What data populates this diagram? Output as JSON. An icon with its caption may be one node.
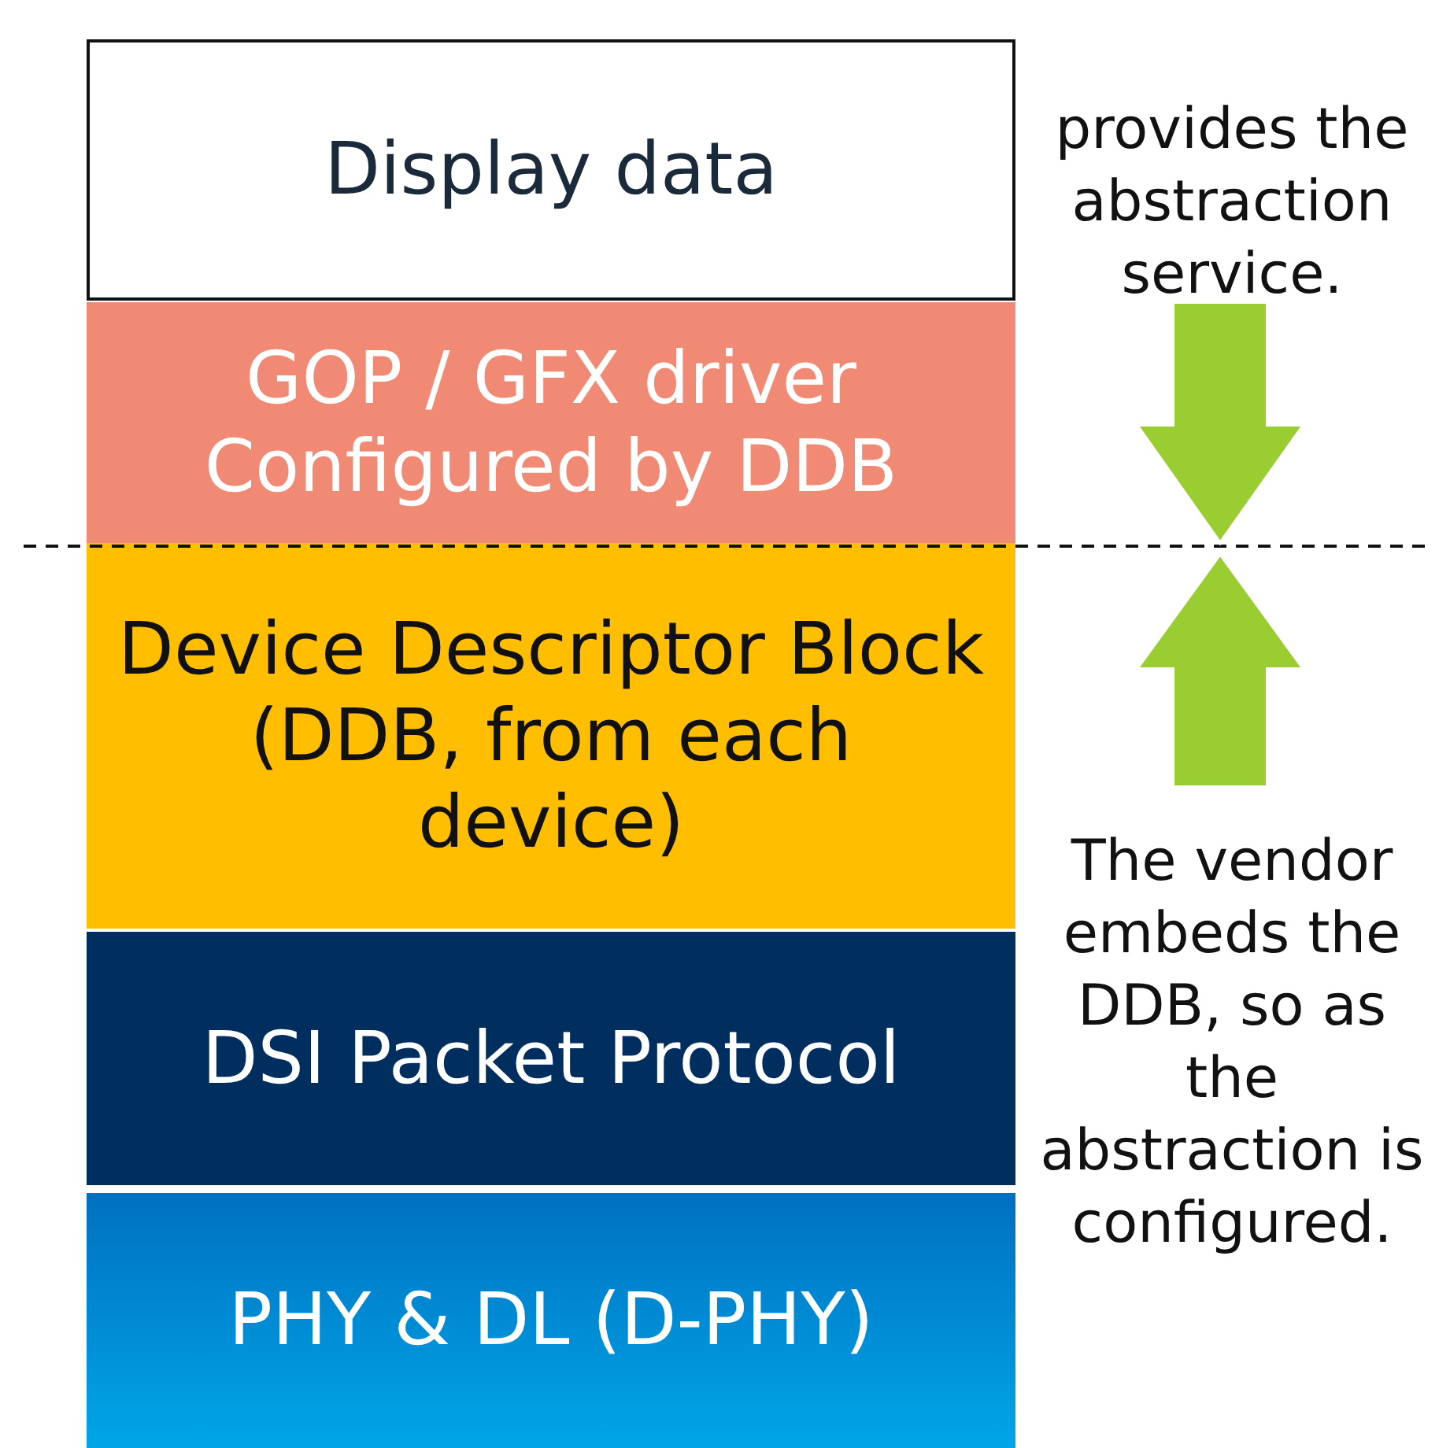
{
  "diagram": {
    "nodes": [
      {
        "text": [
          "Display data"
        ]
      },
      {
        "text": [
          "GOP / GFX driver Configured by DDB"
        ]
      },
      {
        "text": [
          "Device Descriptor Block (DDB, from each device)"
        ]
      },
      {
        "text": [
          "DSI Packet Protocol"
        ]
      },
      {
        "text": [
          "PHY & DL (D-PHY)"
        ]
      }
    ],
    "labels": [
      "provides the abstraction service.",
      "The vendor embeds the DDB, so as the abstraction is configured."
    ]
  }
}
